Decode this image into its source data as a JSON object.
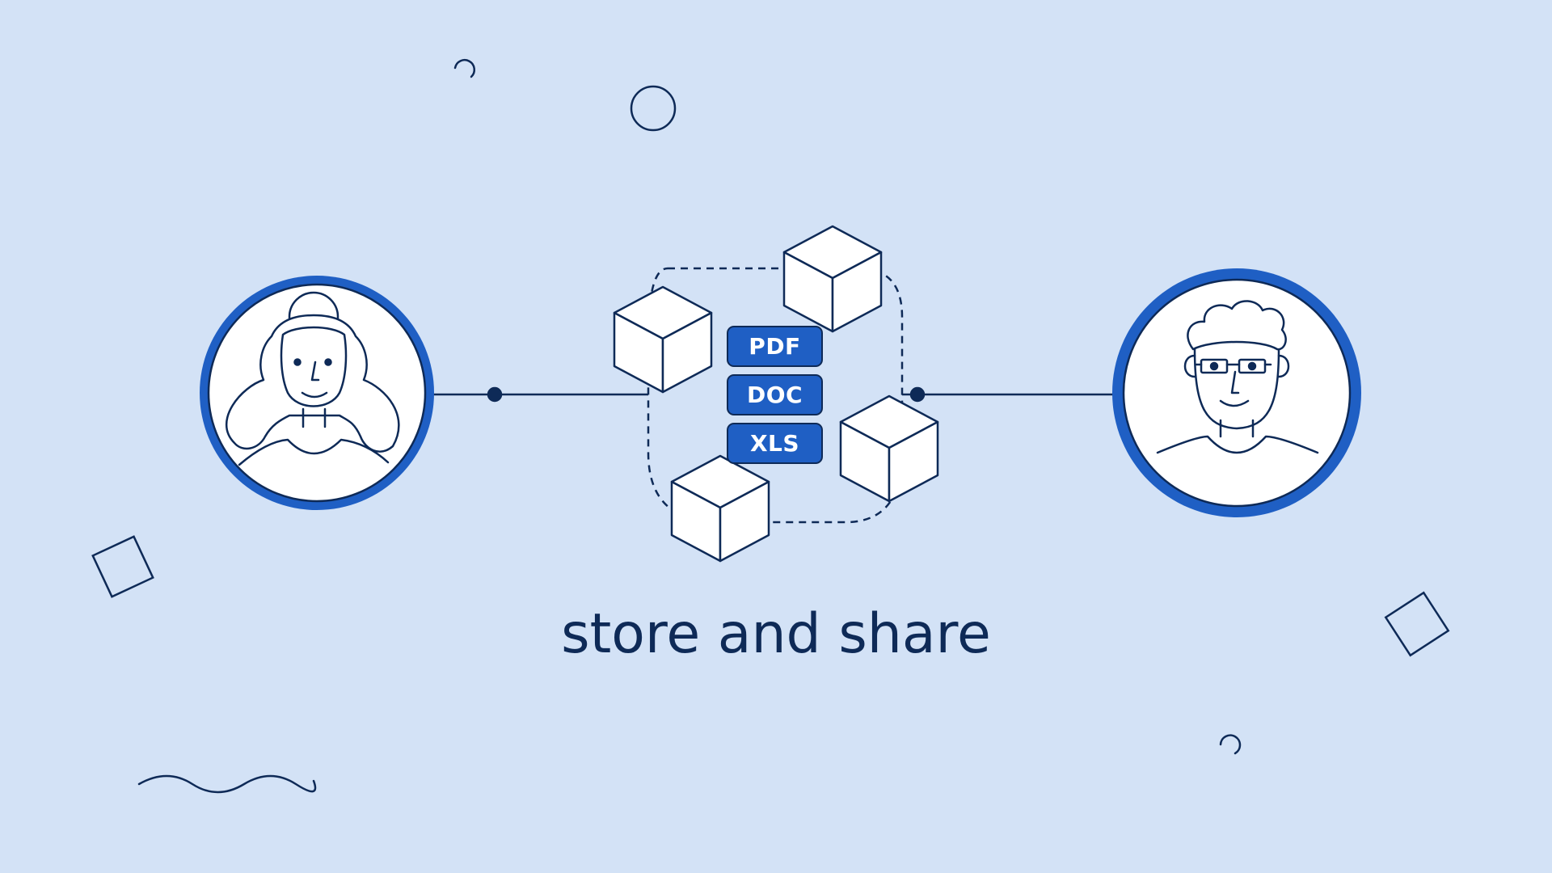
{
  "colors": {
    "background": "#d3e2f6",
    "accent": "#1f5fc4",
    "ink": "#0e2a57",
    "face": "#ffffff"
  },
  "file_types": [
    "PDF",
    "DOC",
    "XLS"
  ],
  "caption": "store and share",
  "icons": {
    "left_person": "woman-avatar-icon",
    "right_person": "man-with-glasses-avatar-icon",
    "storage_blocks": "cube-icon"
  }
}
